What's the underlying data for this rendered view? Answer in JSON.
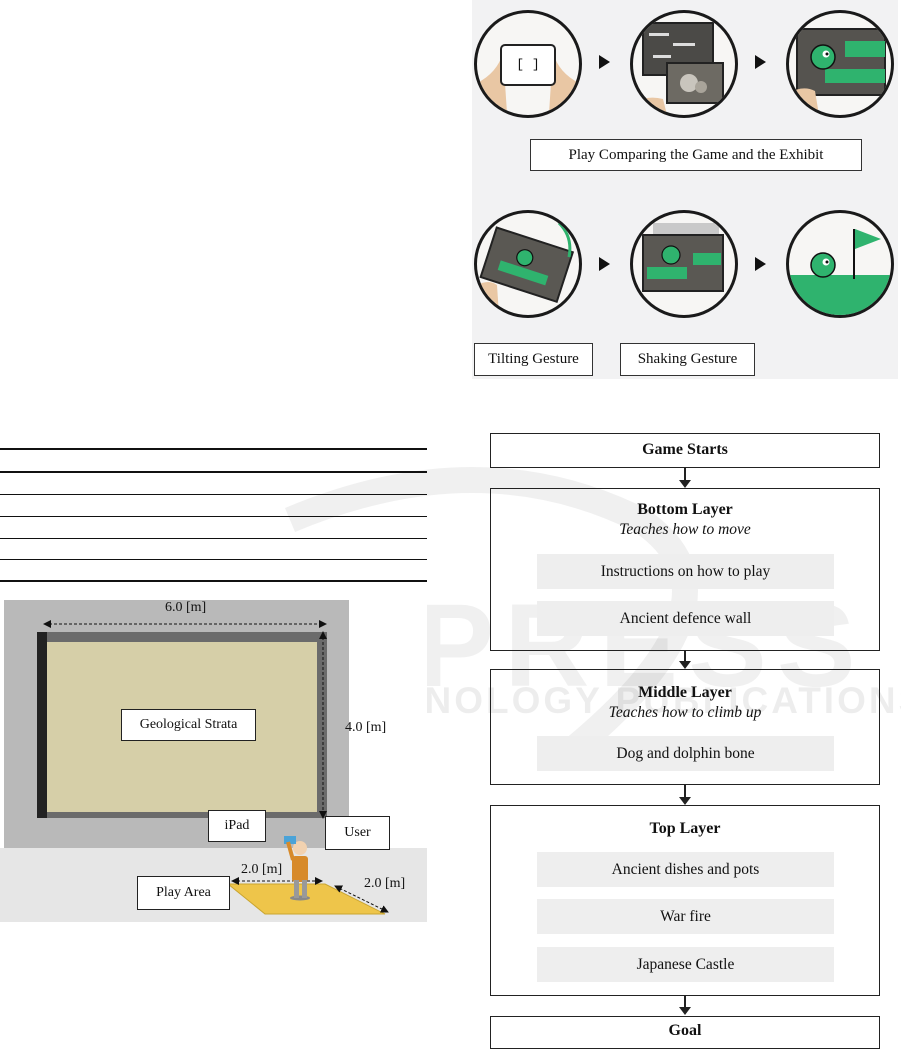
{
  "game_figure": {
    "compare_label": "Play Comparing the Game and the Exhibit",
    "tilting_label": "Tilting Gesture",
    "shaking_label": "Shaking Gesture",
    "bracket_glyph": "[ ]"
  },
  "watermark": {
    "line1": "SCITEPRESS",
    "line2": "SCIENCE AND TECHNOLOGY PUBLICATIONS"
  },
  "layout_diagram": {
    "width_label": "6.0 [m]",
    "height_label": "4.0 [m]",
    "strata_label": "Geological Strata",
    "ipad_label": "iPad",
    "user_label": "User",
    "play_area_label": "Play Area",
    "area_width_label": "2.0 [m]",
    "area_depth_label": "2.0 [m]"
  },
  "flowchart": {
    "start": "Game Starts",
    "bottom": {
      "title": "Bottom Layer",
      "subtitle": "Teaches how to move",
      "items": [
        "Instructions on how to play",
        "Ancient defence wall"
      ]
    },
    "middle": {
      "title": "Middle Layer",
      "subtitle": "Teaches how to climb up",
      "items": [
        "Dog and dolphin bone"
      ]
    },
    "top": {
      "title": "Top Layer",
      "items": [
        "Ancient dishes and pots",
        "War fire",
        "Japanese Castle"
      ]
    },
    "goal": "Goal"
  },
  "colors": {
    "green": "#2fb36e",
    "sand": "#d6cfa8",
    "wall": "#b9b9b9",
    "play_area": "#eec54a"
  }
}
